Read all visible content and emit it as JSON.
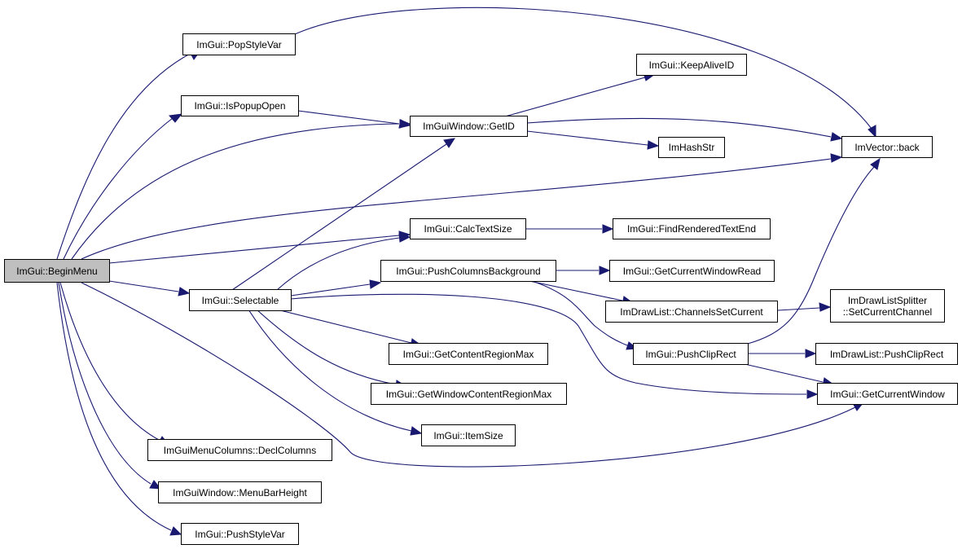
{
  "nodes": {
    "begin_menu": "ImGui::BeginMenu",
    "pop_style_var": "ImGui::PopStyleVar",
    "is_popup_open": "ImGui::IsPopupOpen",
    "window_get_id": "ImGuiWindow::GetID",
    "keep_alive_id": "ImGui::KeepAliveID",
    "im_hash_str": "ImHashStr",
    "vector_back": "ImVector::back",
    "calc_text_size": "ImGui::CalcTextSize",
    "find_rendered_text_end": "ImGui::FindRenderedTextEnd",
    "push_columns_background": "ImGui::PushColumnsBackground",
    "get_current_window_read": "ImGui::GetCurrentWindowRead",
    "selectable": "ImGui::Selectable",
    "channels_set_current": "ImDrawList::ChannelsSetCurrent",
    "splitter_line1": "ImDrawListSplitter",
    "splitter_line2": "::SetCurrentChannel",
    "push_clip_rect": "ImGui::PushClipRect",
    "drawlist_push_clip_rect": "ImDrawList::PushClipRect",
    "get_content_region_max": "ImGui::GetContentRegionMax",
    "get_window_content_region_max": "ImGui::GetWindowContentRegionMax",
    "get_current_window": "ImGui::GetCurrentWindow",
    "item_size": "ImGui::ItemSize",
    "decl_columns": "ImGuiMenuColumns::DeclColumns",
    "menu_bar_height": "ImGuiWindow::MenuBarHeight",
    "push_style_var": "ImGui::PushStyleVar"
  },
  "colors": {
    "edge": "#191970",
    "root_fill": "#bfbfbf",
    "node_fill": "#ffffff",
    "node_border": "#000000"
  }
}
